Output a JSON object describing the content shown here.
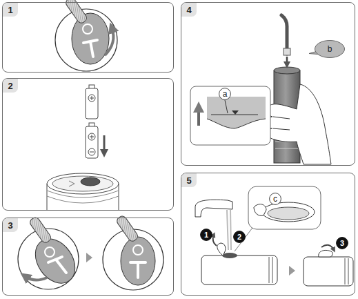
{
  "diagram": {
    "nodes": [
      {
        "text": [
          "1"
        ]
      },
      {
        "text": [
          "2"
        ]
      },
      {
        "text": [
          "3"
        ]
      },
      {
        "text": [
          "4"
        ]
      },
      {
        "text": [
          "a"
        ],
        "in": 3
      },
      {
        "text": [
          "b"
        ],
        "in": 3
      },
      {
        "text": [
          "5"
        ]
      },
      {
        "text": [
          "c"
        ],
        "in": 6
      },
      {
        "text": [
          "1"
        ],
        "in": 6
      },
      {
        "text": [
          "2"
        ],
        "in": 6
      },
      {
        "text": [
          "3"
        ],
        "in": 6
      }
    ]
  }
}
